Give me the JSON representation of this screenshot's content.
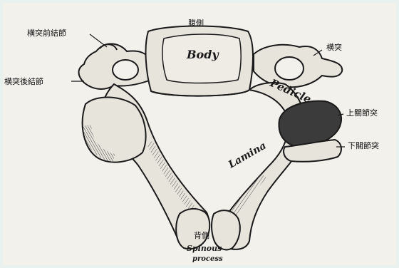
{
  "labels": {
    "ventral": "腹側",
    "anterior_tubercle": "横突前結節",
    "posterior_tubercle": "横突後結節",
    "transverse_process": "横突",
    "superior_articular": "上關節突",
    "inferior_articular": "下關節突",
    "dorsal": "背側"
  },
  "engraved": {
    "body": "Body",
    "pedicle": "Pedicle",
    "lamina": "Lamina",
    "spinous_1": "Spinous",
    "spinous_2": "process"
  },
  "colors": {
    "background": "#e9f1ee",
    "paper": "#f2f1ec",
    "bone": "#e7e4dc",
    "ink": "#1a1a1a",
    "articular": "#3b3b3b"
  }
}
